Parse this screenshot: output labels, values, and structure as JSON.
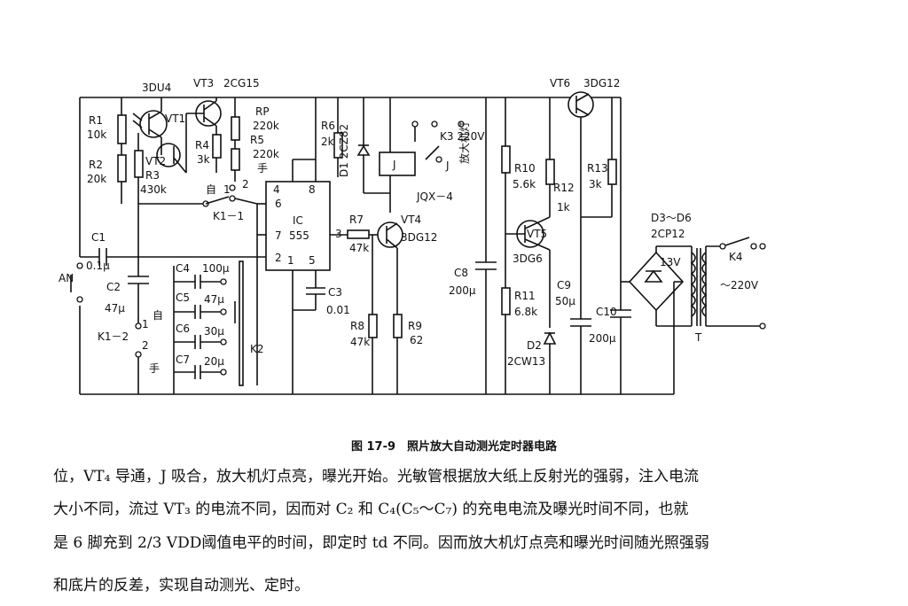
{
  "labels": {
    "vt1": "VT1",
    "vt1_type": "3DU4",
    "vt2": "VT2",
    "vt3": "VT3",
    "vt3_type": "2CG15",
    "r1": "R1",
    "r1_val": "10k",
    "r2": "R2",
    "r2_val": "20k",
    "r3": "R3",
    "r3_val": "430k",
    "r4": "R4",
    "r4_val": "3k",
    "rp": "RP",
    "rp_val": "220k",
    "r5": "R5",
    "r5_val": "220k",
    "r6": "R6",
    "r6_val": "2k",
    "r7": "R7",
    "r7_val": "47k",
    "r8": "R8",
    "r8_val": "47k",
    "r9": "R9",
    "r9_val": "62",
    "r10": "R10",
    "r10_val": "5.6k",
    "r11": "R11",
    "r11_val": "6.8k",
    "r12": "R12",
    "r12_val": "1k",
    "r13": "R13",
    "r13_val": "3k",
    "c1": "C1",
    "c1_val": "0.1μ",
    "c2": "C2",
    "c2_val": "47μ",
    "c3": "C3",
    "c3_val": "0.01",
    "c4": "C4",
    "c4_val": "100μ",
    "c5": "C5",
    "c5_val": "47μ",
    "c6": "C6",
    "c6_val": "30μ",
    "c7": "C7",
    "c7_val": "20μ",
    "c8": "C8",
    "c8_val": "200μ",
    "c9": "C9",
    "c9_val": "50μ",
    "c10": "C10",
    "c10_val": "200μ",
    "ic": "IC",
    "ic_type": "555",
    "pin6": "6",
    "pin7": "7",
    "pin2": "2",
    "pin1": "1",
    "pin5": "5",
    "pin4": "4",
    "pin8": "8",
    "pin3": "3",
    "vt4": "VT4",
    "vt4_type": "3DG12",
    "vt5": "VT5",
    "vt5_type": "3DG6",
    "vt6": "VT6",
    "vt6_type": "3DG12",
    "d1": "D1 2CZ82",
    "d2": "D2",
    "d2_type": "2CW13",
    "d36": "D3～D6",
    "d36_type": "2CP12",
    "relay": "J",
    "relay_type": "JQX－4",
    "k3": "K3 220V",
    "lamp": "放大机灯",
    "k11": "K1－1",
    "k12": "K1－2",
    "k2": "K2",
    "k4": "K4",
    "an": "AN",
    "auto": "自",
    "manual": "手",
    "auto2": "自",
    "manual2": "手",
    "sw1": "1",
    "sw2": "2",
    "sw1b": "1",
    "sw2b": "2",
    "v13": "13V",
    "mains": "～220V",
    "t": "T",
    "j_contact": "J"
  },
  "caption": "图 17-9　照片放大自动测光定时器电路",
  "body": {
    "line1": "位，VT₄ 导通，J 吸合，放大机灯点亮，曝光开始。光敏管根据放大纸上反射光的强弱，注入电流",
    "line2": "大小不同，流过 VT₃ 的电流不同，因而对 C₂ 和 C₄(C₅～C₇) 的充电电流及曝光时间不同，也就",
    "line3": "是 6 脚充到 2/3 VDD阈值电平的时间，即定时 td 不同。因而放大机灯点亮和曝光时间随光照强弱",
    "line4": "和底片的反差，实现自动测光、定时。"
  }
}
